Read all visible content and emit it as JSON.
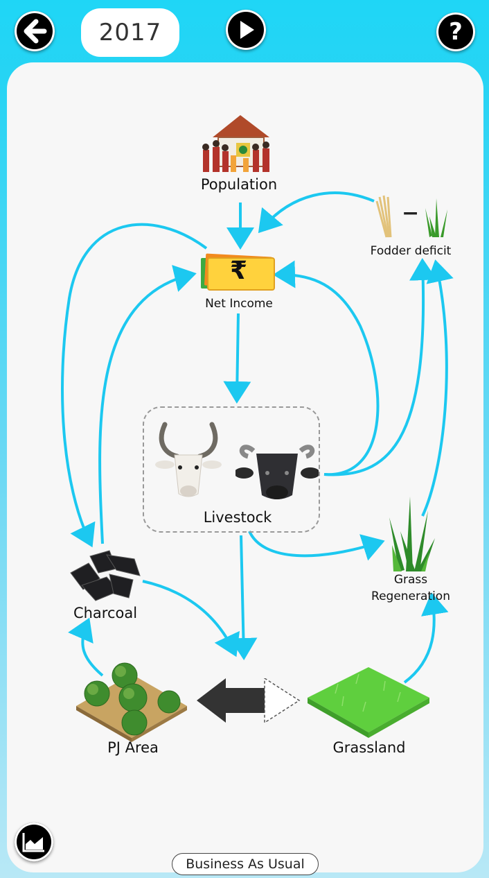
{
  "toolbar": {
    "year": "2017",
    "back_icon": "arrow-left-icon",
    "play_icon": "play-icon",
    "help_icon": "question-mark-icon",
    "chart_icon": "area-chart-icon"
  },
  "nodes": {
    "population": "Population",
    "net_income": "Net Income",
    "net_income_symbol": "₹",
    "fodder_deficit": "Fodder deficit",
    "fodder_minus": "−",
    "livestock": "Livestock",
    "charcoal": "Charcoal",
    "grass_regen_line1": "Grass",
    "grass_regen_line2": "Regeneration",
    "pj_area": "PJ Area",
    "grassland": "Grassland"
  },
  "footer": {
    "mode": "Business As Usual"
  },
  "colors": {
    "header_bg": "#1fd6f6",
    "arrow": "#1cc8f0",
    "conversion_arrow": "#333333"
  }
}
